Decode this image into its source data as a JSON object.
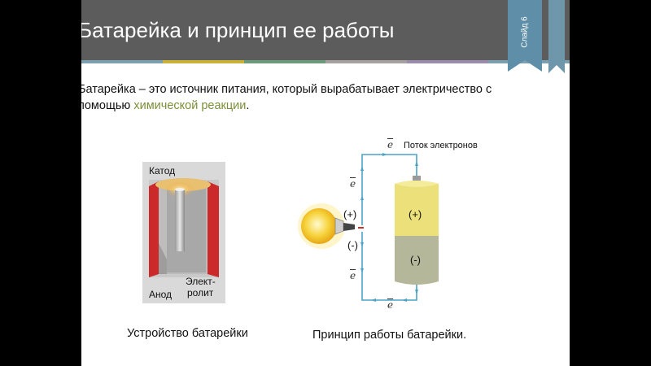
{
  "slide": {
    "title": "Батарейка и принцип ее работы",
    "badge": "Слайд 6",
    "intro_before": "Батарейка – это источник питания, который вырабатывает электричество с помощью ",
    "intro_highlight": "химической реакции",
    "intro_after": "."
  },
  "stripe_colors": [
    "#7ca0b0",
    "#c9b13a",
    "#6e9a7c",
    "#a7a0a0",
    "#9c8cab",
    "#7ca0b0"
  ],
  "device": {
    "cathode_label": "Катод",
    "anode_label": "Анод",
    "electrolyte_label_1": "Элект-",
    "electrolyte_label_2": "ролит",
    "caption": "Устройство батарейки"
  },
  "principle": {
    "electron_symbol": "e",
    "flow_label": "Поток электронов",
    "plus": "(+)",
    "minus": "(-)",
    "battery_plus": "(+)",
    "battery_minus": "(-)",
    "caption": "Принцип работы батарейки."
  }
}
